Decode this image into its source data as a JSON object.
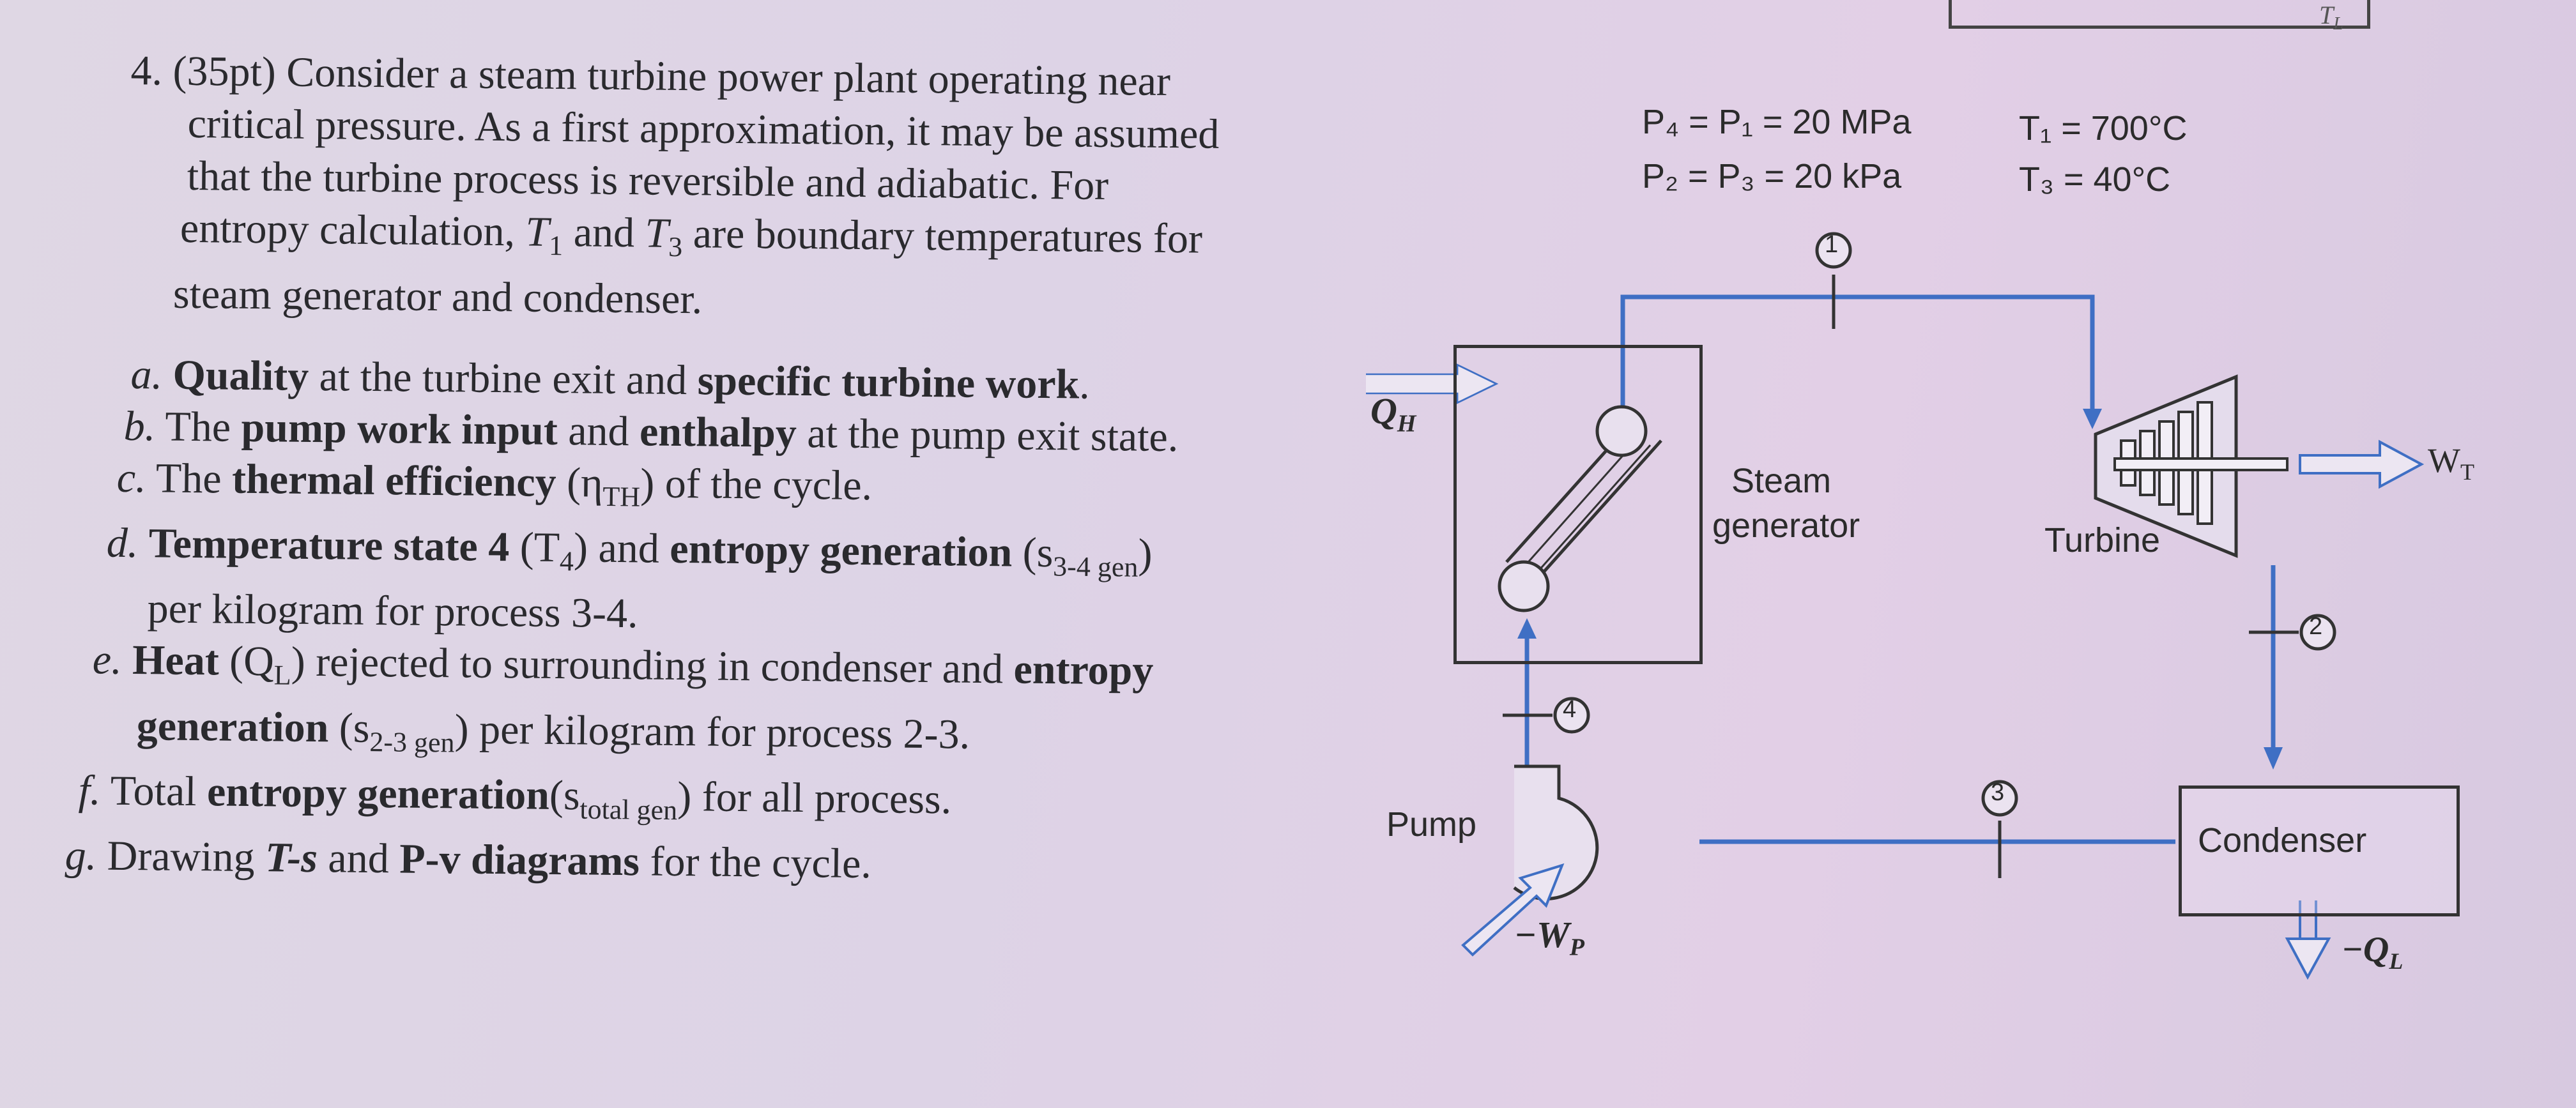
{
  "problem": {
    "intro": [
      "4. (35pt) Consider a steam turbine power plant operating near",
      "critical pressure. As a first approximation, it may be assumed",
      "that the turbine process is reversible and adiabatic. For",
      "entropy calculation, T",
      "steam generator and condenser."
    ],
    "intro_line4_parts": {
      "a": "entropy calculation, ",
      "t1": "T",
      "t1_sub": "1",
      "mid": " and ",
      "t3": "T",
      "t3_sub": "3",
      "end": " are boundary temperatures for"
    },
    "items": {
      "a": {
        "letter": "a.",
        "bold1": "Quality",
        "text1": " at the turbine exit and ",
        "bold2": "specific turbine work",
        "text2": "."
      },
      "b": {
        "letter": "b.",
        "text1": "The ",
        "bold1": "pump work input",
        "text2": " and ",
        "bold2": "enthalpy",
        "text3": " at the pump exit state."
      },
      "c": {
        "letter": "c.",
        "text1": "The ",
        "bold1": "thermal efficiency",
        "text2": " (η",
        "sub": "TH",
        "text3": ") of the cycle."
      },
      "d": {
        "letter": "d.",
        "bold1": "Temperature state 4",
        "text1": " (T",
        "sub1": "4",
        "text2": ") and ",
        "bold2": "entropy generation",
        "text3": " (s",
        "sub2": "3-4 gen",
        "text4": ")",
        "cont": "per kilogram for process 3-4."
      },
      "e": {
        "letter": "e.",
        "bold1": "Heat",
        "text1": " (Q",
        "sub1": "L",
        "text2": ") rejected to surrounding in condenser and ",
        "bold2": "entropy",
        "cont_bold": "generation",
        "cont_text1": " (s",
        "cont_sub": "2-3 gen",
        "cont_text2": ") per kilogram for process 2-3."
      },
      "f": {
        "letter": "f.",
        "text1": "Total ",
        "bold1": "entropy generation",
        "text2": "(s",
        "sub": "total gen",
        "text3": ") for all process."
      },
      "g": {
        "letter": "g.",
        "text1": "Drawing ",
        "bold1": "T-s",
        "text2": " and ",
        "bold2": "P-v diagrams",
        "text3": " for the cycle."
      }
    }
  },
  "diagram": {
    "cond_p": "P₄ = P₁ = 20 MPa",
    "cond_p2": "P₂ = P₃ = 20 kPa",
    "cond_t1": "T₁ = 700°C",
    "cond_t3": "T₃ = 40°C",
    "corner": "T",
    "corner_sub": "L",
    "state1": "1",
    "state2": "2",
    "state3": "3",
    "state4": "4",
    "qh": "Q",
    "qh_sub": "H",
    "steam_gen": "Steam",
    "steam_gen2": "generator",
    "turbine": "Turbine",
    "wt": "W",
    "wt_sub": "T",
    "pump": "Pump",
    "wp": "−W",
    "wp_sub": "P",
    "condenser": "Condenser",
    "ql": "−Q",
    "ql_sub": "L",
    "colors": {
      "pipe": "#3f6fc4",
      "outline": "#333333",
      "arrow_fill": "#e6e0ee"
    }
  }
}
